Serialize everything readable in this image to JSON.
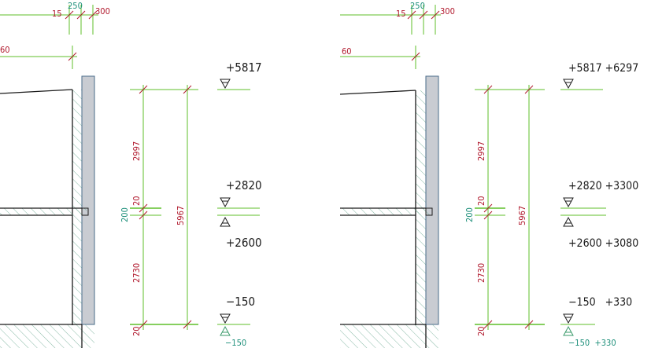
{
  "panels": [
    {
      "id": "left",
      "top_dims": {
        "d15": "15",
        "d250": "250",
        "d300": "300",
        "d60": "60"
      },
      "vertical_dims": {
        "d2997": "2997",
        "d20a": "20",
        "d2730": "2730",
        "d20b": "20",
        "d200": "200",
        "d5967": "5967"
      },
      "levels": [
        {
          "label": "+5817"
        },
        {
          "label": "+2820"
        },
        {
          "label": "+2600"
        },
        {
          "label": "−150"
        }
      ],
      "bottom_label": "−150"
    },
    {
      "id": "right",
      "top_dims": {
        "d15": "15",
        "d250": "250",
        "d300": "300",
        "d60": "60"
      },
      "vertical_dims": {
        "d2997": "2997",
        "d20a": "20",
        "d2730": "2730",
        "d20b": "20",
        "d200": "200",
        "d5967": "5967"
      },
      "levels": [
        {
          "label": "+5817  +6297"
        },
        {
          "label": "+2820  +3300"
        },
        {
          "label": "+2600  +3080"
        },
        {
          "label": "−150   +330"
        }
      ],
      "bottom_label": "−150  +330"
    }
  ],
  "colors": {
    "dimension_line": "#5fbf2a",
    "dimension_text": "#b0182c",
    "secondary_text": "#1d8f7a",
    "wall_fill": "#c9ccd2"
  }
}
